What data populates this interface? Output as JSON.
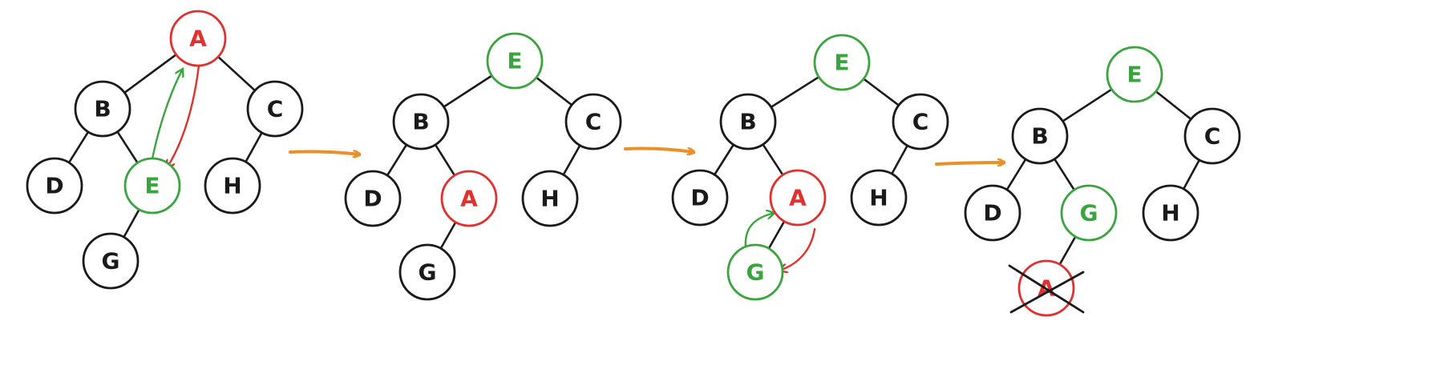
{
  "colors": {
    "default": "#1a1a1a",
    "highlight_red": "#e0312f",
    "highlight_green": "#3aa43f",
    "step_arrow": "#e8902a"
  },
  "panels": [
    {
      "nodes": [
        {
          "id": "A",
          "label": "A",
          "color": "red"
        },
        {
          "id": "B",
          "label": "B",
          "color": "default"
        },
        {
          "id": "C",
          "label": "C",
          "color": "default"
        },
        {
          "id": "D",
          "label": "D",
          "color": "default"
        },
        {
          "id": "E",
          "label": "E",
          "color": "green"
        },
        {
          "id": "H",
          "label": "H",
          "color": "default"
        },
        {
          "id": "G",
          "label": "G",
          "color": "default"
        }
      ],
      "edges": [
        [
          "A",
          "B"
        ],
        [
          "A",
          "C"
        ],
        [
          "B",
          "D"
        ],
        [
          "B",
          "E"
        ],
        [
          "C",
          "H"
        ],
        [
          "E",
          "G"
        ]
      ],
      "swap_arrows": [
        "E->A green",
        "A->E red"
      ],
      "crossed_out": []
    },
    {
      "nodes": [
        {
          "id": "E",
          "label": "E",
          "color": "green"
        },
        {
          "id": "B",
          "label": "B",
          "color": "default"
        },
        {
          "id": "C",
          "label": "C",
          "color": "default"
        },
        {
          "id": "D",
          "label": "D",
          "color": "default"
        },
        {
          "id": "A",
          "label": "A",
          "color": "red"
        },
        {
          "id": "H",
          "label": "H",
          "color": "default"
        },
        {
          "id": "G",
          "label": "G",
          "color": "default"
        }
      ],
      "edges": [
        [
          "E",
          "B"
        ],
        [
          "E",
          "C"
        ],
        [
          "B",
          "D"
        ],
        [
          "B",
          "A"
        ],
        [
          "C",
          "H"
        ],
        [
          "A",
          "G"
        ]
      ],
      "swap_arrows": [],
      "crossed_out": []
    },
    {
      "nodes": [
        {
          "id": "E",
          "label": "E",
          "color": "green"
        },
        {
          "id": "B",
          "label": "B",
          "color": "default"
        },
        {
          "id": "C",
          "label": "C",
          "color": "default"
        },
        {
          "id": "D",
          "label": "D",
          "color": "default"
        },
        {
          "id": "A",
          "label": "A",
          "color": "red"
        },
        {
          "id": "H",
          "label": "H",
          "color": "default"
        },
        {
          "id": "G",
          "label": "G",
          "color": "green"
        }
      ],
      "edges": [
        [
          "E",
          "B"
        ],
        [
          "E",
          "C"
        ],
        [
          "B",
          "D"
        ],
        [
          "B",
          "A"
        ],
        [
          "C",
          "H"
        ],
        [
          "A",
          "G"
        ]
      ],
      "swap_arrows": [
        "G->A green",
        "A->G red"
      ],
      "crossed_out": []
    },
    {
      "nodes": [
        {
          "id": "E",
          "label": "E",
          "color": "green"
        },
        {
          "id": "B",
          "label": "B",
          "color": "default"
        },
        {
          "id": "C",
          "label": "C",
          "color": "default"
        },
        {
          "id": "D",
          "label": "D",
          "color": "default"
        },
        {
          "id": "G",
          "label": "G",
          "color": "green"
        },
        {
          "id": "H",
          "label": "H",
          "color": "default"
        },
        {
          "id": "A",
          "label": "A",
          "color": "red"
        }
      ],
      "edges": [
        [
          "E",
          "B"
        ],
        [
          "E",
          "C"
        ],
        [
          "B",
          "D"
        ],
        [
          "B",
          "G"
        ],
        [
          "C",
          "H"
        ],
        [
          "G",
          "A"
        ]
      ],
      "swap_arrows": [],
      "crossed_out": [
        "A"
      ]
    }
  ],
  "step_arrows": [
    "panel-1 -> panel-2",
    "panel-2 -> panel-3",
    "panel-3 -> panel-4"
  ]
}
